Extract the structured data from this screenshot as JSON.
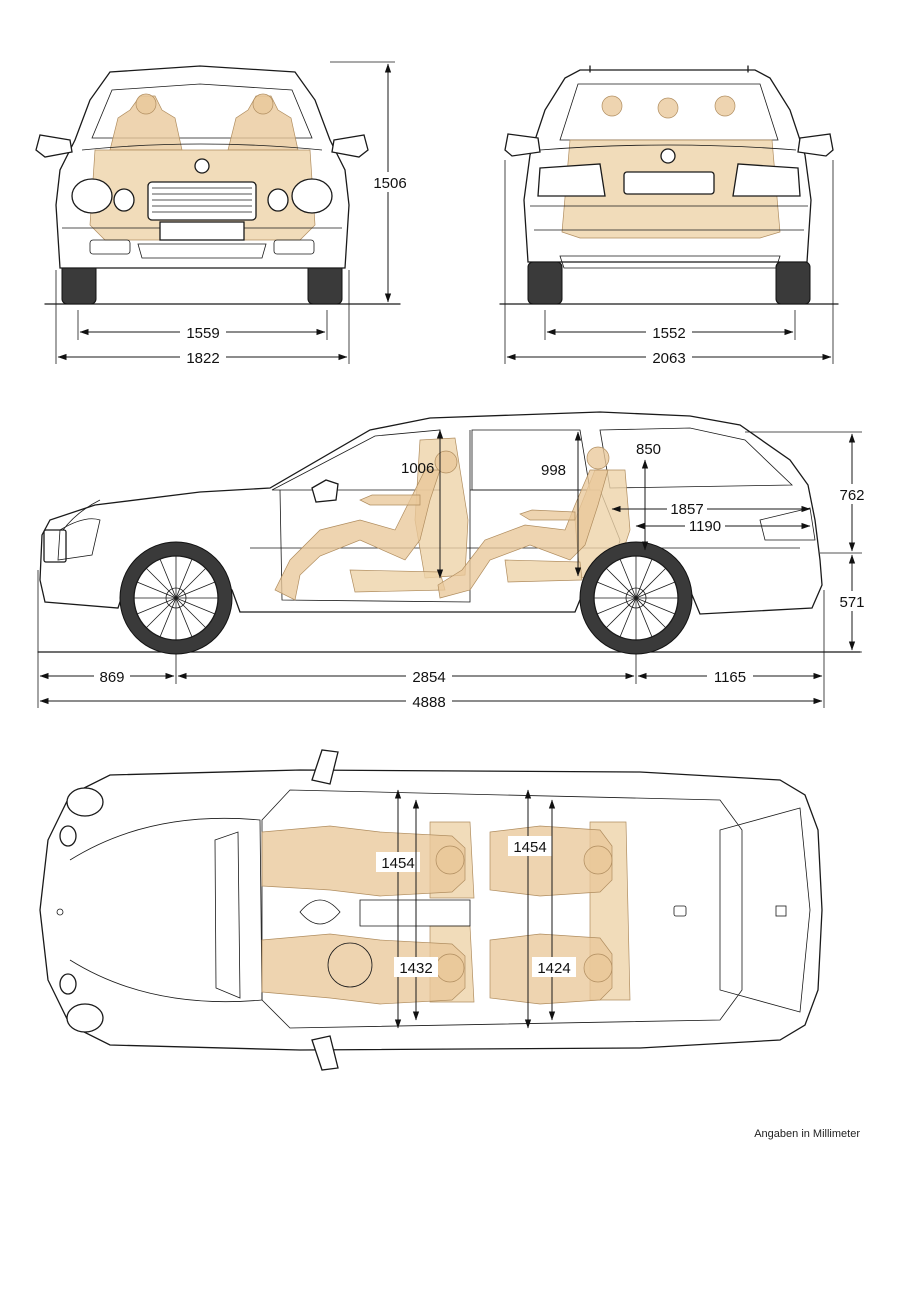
{
  "front_view": {
    "height": "1506",
    "track": "1559",
    "width": "1822"
  },
  "rear_view": {
    "track": "1552",
    "width_with_mirrors": "2063"
  },
  "side_view": {
    "front_headroom": "1006",
    "rear_headroom": "998",
    "cargo_height": "850",
    "cargo_length_folded": "1857",
    "cargo_length": "1190",
    "rear_height_upper": "762",
    "rear_height_lower": "571",
    "front_overhang": "869",
    "wheelbase": "2854",
    "rear_overhang": "1165",
    "overall_length": "4888"
  },
  "top_view": {
    "front_shoulder": "1454",
    "rear_shoulder": "1454",
    "front_elbow": "1432",
    "rear_elbow": "1424"
  },
  "caption": "Angaben in Millimeter"
}
